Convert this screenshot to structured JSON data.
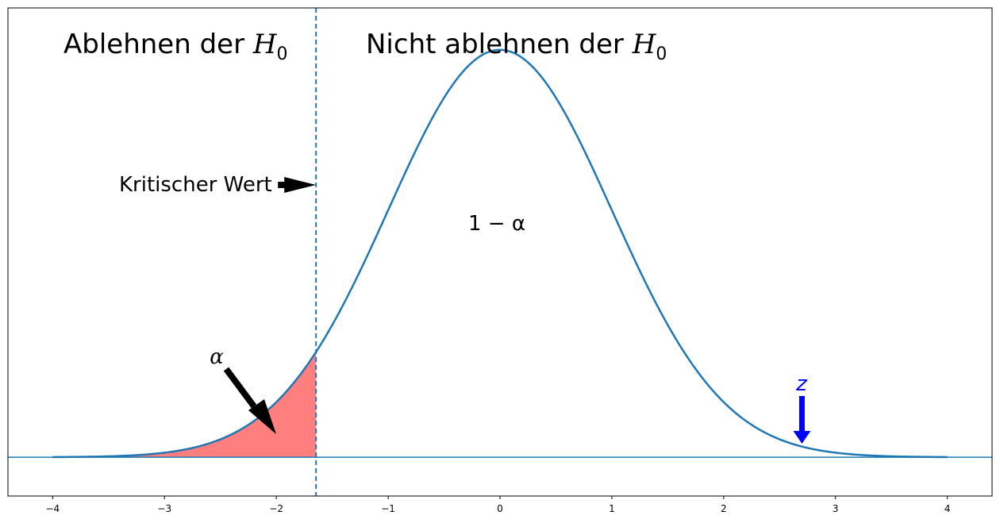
{
  "chart_data": {
    "type": "line",
    "title": "",
    "xlabel": "",
    "ylabel": "",
    "xlim": [
      -4.4,
      4.4
    ],
    "ylim": [
      -0.038,
      0.44
    ],
    "x_ticks": [
      -4,
      -3,
      -2,
      -1,
      0,
      1,
      2,
      3,
      4
    ],
    "x_tick_labels": [
      "−4",
      "−3",
      "−2",
      "−1",
      "0",
      "1",
      "2",
      "3",
      "4"
    ],
    "series": [
      {
        "name": "",
        "function": "standard normal pdf",
        "x_range": [
          -4,
          4
        ],
        "color": "#1f77b4"
      }
    ],
    "critical_value": -1.645,
    "z_value": 2.7,
    "shaded_region": {
      "from": -4,
      "to": -1.645,
      "color": "#ff7f7f"
    },
    "annotations": {
      "reject": "Ablehnen der ",
      "not_reject": "Nicht ablehnen der ",
      "h0_symbol": "H",
      "h0_subscript": "0",
      "critical": "Kritischer Wert",
      "one_minus_alpha": "1 − α",
      "alpha": "α",
      "z": "z"
    },
    "colors": {
      "curve": "#1f77b4",
      "shade": "#ff7f7f",
      "z_arrow": "#0000ff",
      "alpha_arrow": "#000000"
    }
  }
}
